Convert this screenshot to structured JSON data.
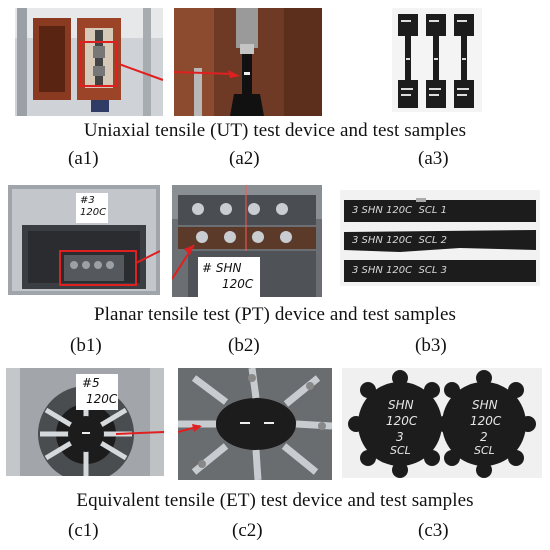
{
  "row_a": {
    "caption": "Uniaxial tensile (UT) test device and test samples",
    "labels": [
      "(a1)",
      "(a2)",
      "(a3)"
    ]
  },
  "row_b": {
    "caption": "Planar tensile test (PT) device and test samples",
    "labels": [
      "(b1)",
      "(b2)",
      "(b3)"
    ],
    "tag_b1": [
      "#3",
      "120C"
    ],
    "tag_b2": [
      "#  SHN",
      "120C"
    ],
    "strip_texts": [
      "3 SHN 120C  SCL 1",
      "3 SHN 120C  SCL 2",
      "3 SHN 120C  SCL 3"
    ]
  },
  "row_c": {
    "caption": "Equivalent tensile (ET) test device and test samples",
    "labels": [
      "(c1)",
      "(c2)",
      "(c3)"
    ],
    "tag_c1": [
      "#5",
      "120C"
    ],
    "disk_texts": [
      [
        "SHN",
        "120C",
        "3",
        "SCL"
      ],
      [
        "SHN",
        "120C",
        "2",
        "SCL"
      ]
    ]
  },
  "colors": {
    "arrow": "#e02020",
    "frame": "#8b3a22",
    "rubber": "#1c1c1c"
  }
}
